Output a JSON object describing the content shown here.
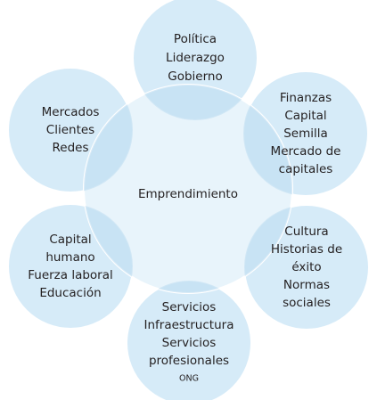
{
  "center": {
    "lines": [
      "Emprendimiento"
    ]
  },
  "nodes": [
    {
      "id": "politica",
      "lines": [
        "Política",
        "Liderazgo",
        "Gobierno"
      ]
    },
    {
      "id": "finanzas",
      "lines": [
        "Finanzas",
        "Capital",
        "Semilla",
        "Mercado de",
        "capitales"
      ]
    },
    {
      "id": "cultura",
      "lines": [
        "Cultura",
        "Historias de",
        "éxito",
        "Normas",
        "sociales"
      ]
    },
    {
      "id": "servicios",
      "lines": [
        "Servicios",
        "Infraestructura",
        "Servicios",
        "profesionales",
        "ONG"
      ]
    },
    {
      "id": "capital-humano",
      "lines": [
        "Capital",
        "humano",
        "Fuerza laboral",
        "Educación"
      ]
    },
    {
      "id": "mercados",
      "lines": [
        "Mercados",
        "Clientes",
        "Redes"
      ]
    }
  ],
  "colors": {
    "circle_fill": "#d6ebf8",
    "overlap_fill": "#c0def2",
    "stroke": "#ffffff",
    "text": "#231f20"
  }
}
